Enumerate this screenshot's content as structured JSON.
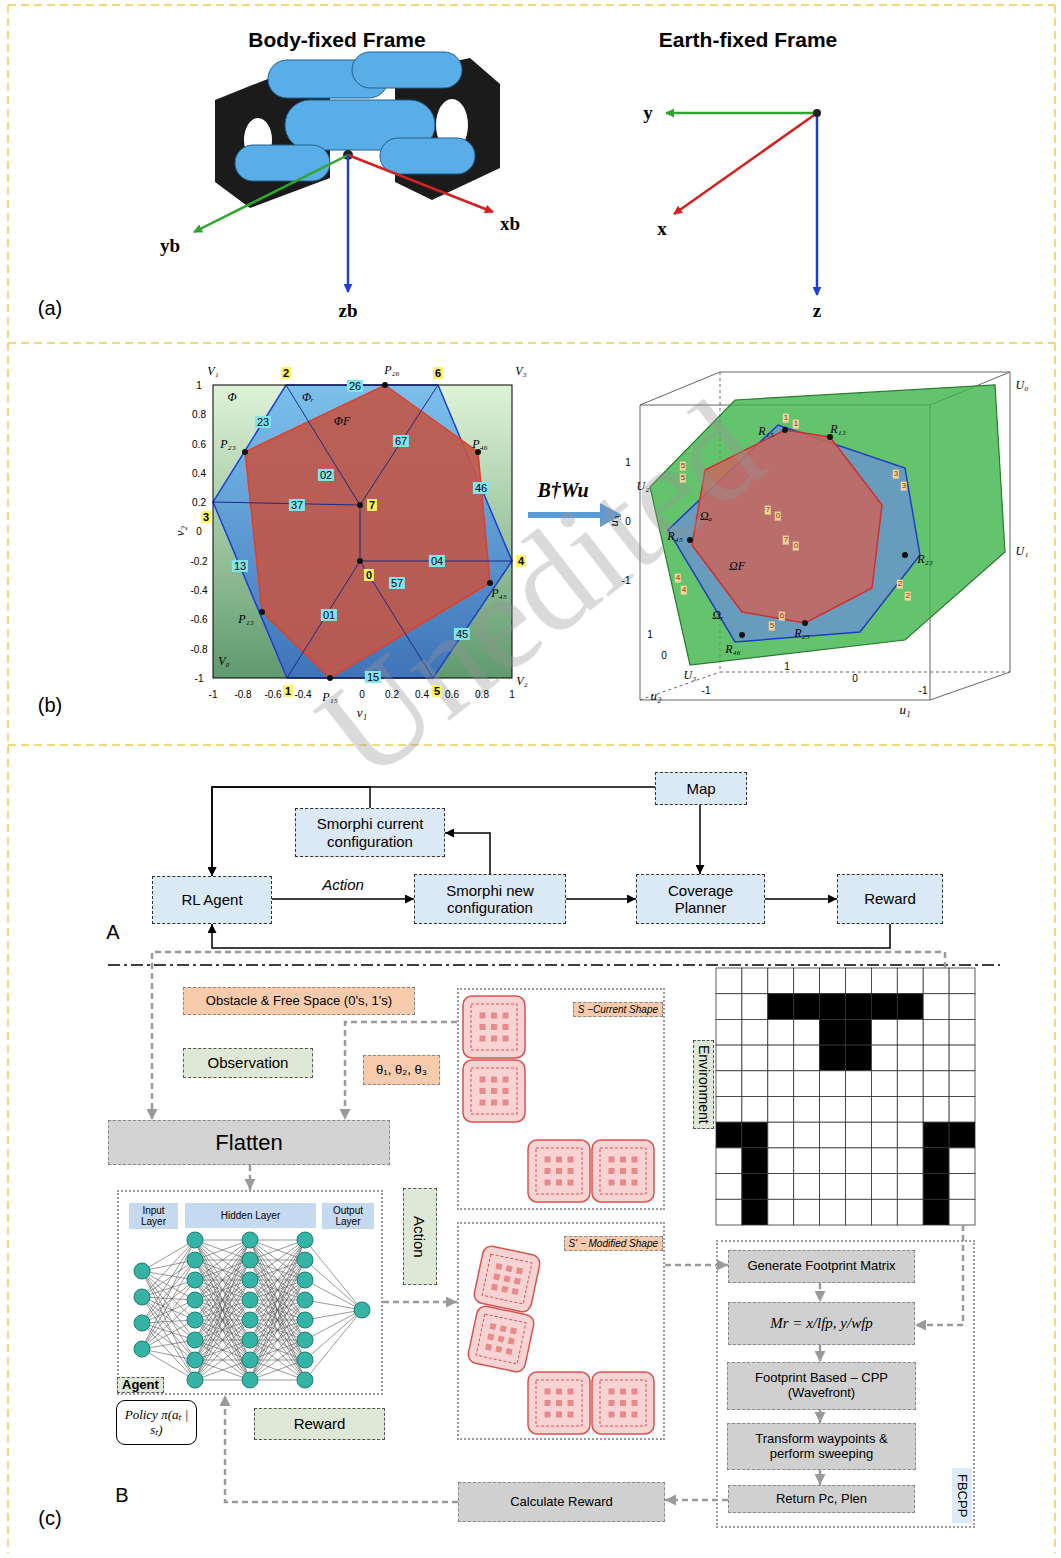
{
  "diagram": {
    "nodes": [
      {
        "text": [
          "Map"
        ]
      },
      {
        "text": [
          "Smorphi current configuration"
        ]
      },
      {
        "text": [
          "RL Agent"
        ]
      },
      {
        "text": [
          "Smorphi new configuration"
        ]
      },
      {
        "text": [
          "Coverage Planner"
        ]
      },
      {
        "text": [
          "Reward"
        ]
      },
      {
        "text": [
          "Obstacle & Free Space (0's, 1's)"
        ]
      },
      {
        "text": [
          "Observation"
        ]
      },
      {
        "text": [
          "θ₁, θ₂, θ₃"
        ]
      },
      {
        "text": [
          "S −Current Shape"
        ]
      },
      {
        "text": [
          "Environment"
        ]
      },
      {
        "text": [
          "Flatten"
        ]
      },
      {
        "text": [
          "Agent"
        ]
      },
      {
        "text": [
          "Input Layer"
        ],
        "in": 12
      },
      {
        "text": [
          "Hidden Layer"
        ],
        "in": 12
      },
      {
        "text": [
          "Output Layer"
        ],
        "in": 12
      },
      {
        "text": [
          "Action"
        ]
      },
      {
        "text": [
          "S' − Modified Shape"
        ]
      },
      {
        "text": [
          "FBCPP"
        ]
      },
      {
        "text": [
          "Generate Footprint Matrix"
        ],
        "in": 18
      },
      {
        "text": [
          "Mr = x/lfp, y/wfp"
        ],
        "in": 18
      },
      {
        "text": [
          "Footprint Based – CPP (Wavefront)"
        ],
        "in": 18
      },
      {
        "text": [
          "Transform waypoints & perform sweeping"
        ],
        "in": 18
      },
      {
        "text": [
          "Return Pc, Plen"
        ],
        "in": 18
      },
      {
        "text": [
          "Policy π(aₜ | sₜ)"
        ]
      },
      {
        "text": [
          "Reward"
        ]
      },
      {
        "text": [
          "Calculate Reward"
        ]
      }
    ],
    "edges": [
      {
        "from": 0,
        "to": 2,
        "arrow": "to"
      },
      {
        "from": 1,
        "to": 2,
        "arrow": "to"
      },
      {
        "from": 2,
        "to": 3,
        "label": "Action",
        "arrow": "to"
      },
      {
        "from": 3,
        "to": 1,
        "arrow": "to"
      },
      {
        "from": 0,
        "to": 4,
        "arrow": "to"
      },
      {
        "from": 3,
        "to": 4,
        "arrow": "to"
      },
      {
        "from": 4,
        "to": 5,
        "arrow": "to"
      },
      {
        "from": 5,
        "to": 2,
        "arrow": "to"
      },
      {
        "from": 10,
        "to": 11,
        "arrow": "to"
      },
      {
        "from": 9,
        "to": 11,
        "arrow": "to"
      },
      {
        "from": 11,
        "to": 12,
        "arrow": "to"
      },
      {
        "from": 12,
        "to": 17,
        "arrow": "to"
      },
      {
        "from": 17,
        "to": 19,
        "arrow": "to"
      },
      {
        "from": 10,
        "to": 20,
        "arrow": "to"
      },
      {
        "from": 19,
        "to": 20,
        "arrow": "to"
      },
      {
        "from": 20,
        "to": 21,
        "arrow": "to"
      },
      {
        "from": 21,
        "to": 22,
        "arrow": "to"
      },
      {
        "from": 22,
        "to": 23,
        "arrow": "to"
      },
      {
        "from": 23,
        "to": 26,
        "arrow": "to"
      },
      {
        "from": 26,
        "to": 12,
        "arrow": "to"
      }
    ],
    "labels": [
      "Unedited",
      "Body-fixed Frame",
      "Earth-fixed Frame",
      "yb",
      "xb",
      "zb",
      "y",
      "x",
      "z",
      "(a)",
      "V₁",
      "2",
      "26",
      "P₂₆",
      "6",
      "V₃",
      "Φ",
      "Φᵣ",
      "ΦF",
      "23",
      "P₂₃",
      "67",
      "P₄₆",
      "02",
      "46",
      "37",
      "7",
      "3",
      "4",
      "13",
      "04",
      "0",
      "57",
      "P₁₃",
      "01",
      "P₄₅",
      "45",
      "1",
      "P₁₅",
      "15",
      "5",
      "V₀",
      "V₂",
      "1",
      "0.8",
      "0.6",
      "0.4",
      "0.2",
      "0",
      "-0.2",
      "-0.4",
      "-0.6",
      "-0.8",
      "-1",
      "-1",
      "-0.8",
      "-0.6",
      "-0.4",
      "0",
      "0.2",
      "0.4",
      "0.6",
      "0.8",
      "1",
      "v₂",
      "v₁",
      "B†Wu",
      "U₀",
      "R₁₅",
      "R₁₃",
      "U₂",
      "Ωₐ",
      "R₄₅",
      "R₂₃",
      "U₁",
      "ΩF",
      "Ωᵣ",
      "R₄₆",
      "R₂₅",
      "U₃",
      "u₃",
      "u₂",
      "u₁",
      "1",
      "0",
      "-1",
      "1",
      "0",
      "-1",
      "1",
      "0",
      "-1",
      "1",
      "1",
      "5",
      "5",
      "3",
      "3",
      "7",
      "0",
      "7",
      "0",
      "2",
      "2",
      "4",
      "4",
      "5",
      "6",
      "(b)",
      "A",
      "B",
      "(c)"
    ]
  }
}
